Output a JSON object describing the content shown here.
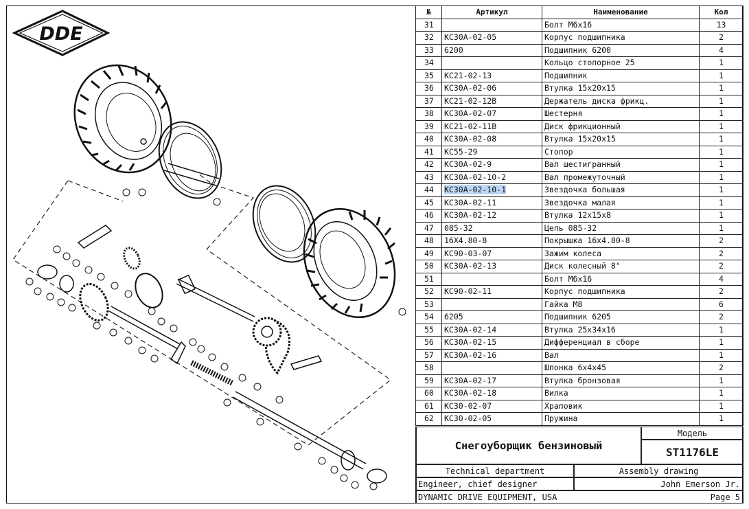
{
  "logo": {
    "text": "DDE"
  },
  "table": {
    "headers": {
      "num": "№",
      "article": "Артикул",
      "name": "Наименование",
      "qty": "Кол"
    },
    "selected_row_index": 13,
    "rows": [
      {
        "num": "31",
        "article": "",
        "name": "Болт M6x16",
        "qty": "13"
      },
      {
        "num": "32",
        "article": "KC30A-02-05",
        "name": "Корпус подшипника",
        "qty": "2"
      },
      {
        "num": "33",
        "article": "6200",
        "name": "Подшипник 6200",
        "qty": "4"
      },
      {
        "num": "34",
        "article": "",
        "name": "Кольцо стопорное 25",
        "qty": "1"
      },
      {
        "num": "35",
        "article": "KC21-02-13",
        "name": "Подшипник",
        "qty": "1"
      },
      {
        "num": "36",
        "article": "KC30A-02-06",
        "name": "Втулка 15x20x15",
        "qty": "1"
      },
      {
        "num": "37",
        "article": "KC21-02-12B",
        "name": "Держатель диска фрикц.",
        "qty": "1"
      },
      {
        "num": "38",
        "article": "KC30A-02-07",
        "name": "Шестерня",
        "qty": "1"
      },
      {
        "num": "39",
        "article": "KC21-02-11B",
        "name": "Диск фрикционный",
        "qty": "1"
      },
      {
        "num": "40",
        "article": "KC30A-02-08",
        "name": "Втулка 15x20x15",
        "qty": "1"
      },
      {
        "num": "41",
        "article": "KC55-29",
        "name": "Стопор",
        "qty": "1"
      },
      {
        "num": "42",
        "article": "KC30A-02-9",
        "name": "Вал шестигранный",
        "qty": "1"
      },
      {
        "num": "43",
        "article": "KC30A-02-10-2",
        "name": "Вал промежуточный",
        "qty": "1"
      },
      {
        "num": "44",
        "article": "KC30A-02-10-1",
        "name": "Звездочка большая",
        "qty": "1"
      },
      {
        "num": "45",
        "article": "KC30A-02-11",
        "name": "Звездочка малая",
        "qty": "1"
      },
      {
        "num": "46",
        "article": "KC30A-02-12",
        "name": "Втулка 12x15x8",
        "qty": "1"
      },
      {
        "num": "47",
        "article": "085-32",
        "name": "Цепь 085-32",
        "qty": "1"
      },
      {
        "num": "48",
        "article": "16X4.80-8",
        "name": "Покрышка 16x4.80-8",
        "qty": "2"
      },
      {
        "num": "49",
        "article": "KC90-03-07",
        "name": "Зажим колеса",
        "qty": "2"
      },
      {
        "num": "50",
        "article": "KC30A-02-13",
        "name": "Диск колесный 8\"",
        "qty": "2"
      },
      {
        "num": "51",
        "article": "",
        "name": "Болт M6x16",
        "qty": "4"
      },
      {
        "num": "52",
        "article": "KC90-02-11",
        "name": "Корпус подшипника",
        "qty": "2"
      },
      {
        "num": "53",
        "article": "",
        "name": "Гайка M8",
        "qty": "6"
      },
      {
        "num": "54",
        "article": "6205",
        "name": "Подшипник 6205",
        "qty": "2"
      },
      {
        "num": "55",
        "article": "KC30A-02-14",
        "name": "Втулка 25x34x16",
        "qty": "1"
      },
      {
        "num": "56",
        "article": "KC30A-02-15",
        "name": "Дифференциал в сборе",
        "qty": "1"
      },
      {
        "num": "57",
        "article": "KC30A-02-16",
        "name": "Вал",
        "qty": "1"
      },
      {
        "num": "58",
        "article": "",
        "name": "Шпонка 6x4x45",
        "qty": "2"
      },
      {
        "num": "59",
        "article": "KC30A-02-17",
        "name": "Втулка бронзовая",
        "qty": "1"
      },
      {
        "num": "60",
        "article": "KC30A-02-18",
        "name": "Вилка",
        "qty": "1"
      },
      {
        "num": "61",
        "article": "KC30-02-07",
        "name": "Храповик",
        "qty": "1"
      },
      {
        "num": "62",
        "article": "KC30-02-05",
        "name": "Пружина",
        "qty": "1"
      }
    ]
  },
  "titleblock": {
    "title": "Снегоуборщик бензиновый",
    "model_label": "Модель",
    "model": "ST1176LE",
    "department": "Technical department",
    "drawing_type": "Assembly drawing",
    "role": "Engineer, chief designer",
    "engineer": "John Emerson Jr.",
    "company": "DYNAMIC DRIVE EQUIPMENT, USA",
    "page": "Page 5"
  }
}
